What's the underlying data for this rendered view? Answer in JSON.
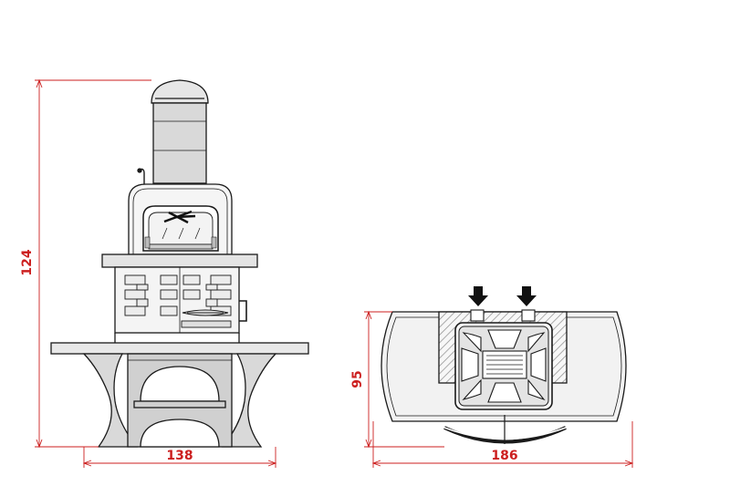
{
  "colors": {
    "dimension": "#cc1f1f",
    "line": "#1a1a1a",
    "fill_light": "#f2f2f2",
    "fill_mid": "#d6d6d6",
    "hatch": "#c0392b",
    "arrow": "#111111"
  },
  "dimensions": {
    "height_label": "124",
    "front_width_label": "138",
    "top_depth_label": "95",
    "top_width_label": "186"
  },
  "icons": {
    "insert_arrow": "arrow-down-icon"
  }
}
